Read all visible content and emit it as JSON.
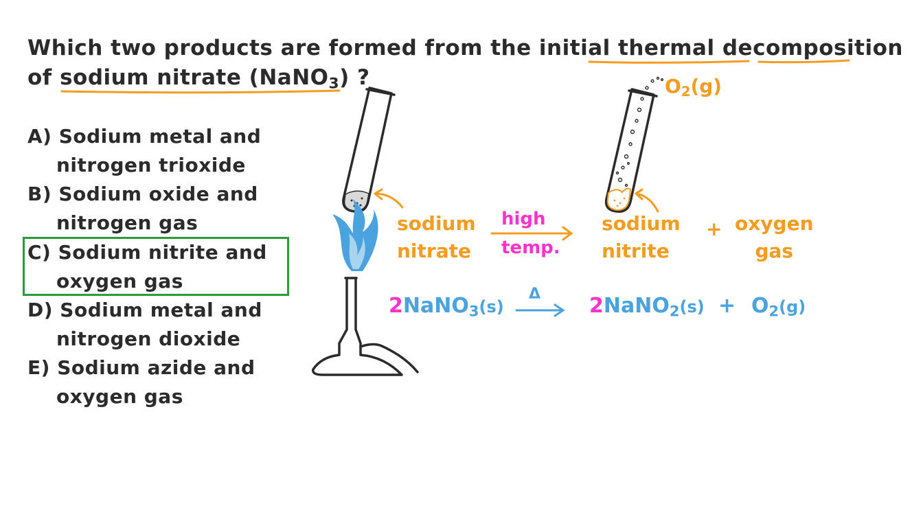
{
  "question": {
    "line1_pre": "Which two products are formed from the initial ",
    "line1_ul": "thermal decomposition",
    "line2_pre": "of ",
    "line2_ul": "sodium nitrate (NaNO",
    "line2_sub": "3",
    "line2_ul_end": ")",
    "line2_end": " ?"
  },
  "options": [
    {
      "letter": "A)",
      "line1": "Sodium metal and",
      "line2": "nitrogen trioxide"
    },
    {
      "letter": "B)",
      "line1": "Sodium oxide and",
      "line2": "nitrogen gas"
    },
    {
      "letter": "C)",
      "line1": "Sodium nitrite and",
      "line2": "oxygen gas"
    },
    {
      "letter": "D)",
      "line1": "Sodium metal and",
      "line2": "nitrogen dioxide"
    },
    {
      "letter": "E)",
      "line1": "Sodium azide and",
      "line2": "oxygen gas"
    }
  ],
  "word_equation": {
    "reactant_l1": "sodium",
    "reactant_l2": "nitrate",
    "condition_l1": "high",
    "condition_l2": "temp.",
    "product1_l1": "sodium",
    "product1_l2": "nitrite",
    "plus": "+",
    "product2_l1": "oxygen",
    "product2_l2": "gas"
  },
  "gas_label": {
    "main": "O",
    "sub": "2",
    "state": "(g)"
  },
  "symbol_equation": {
    "coef1": "2",
    "reactant": "NaNO",
    "reactant_sub": "3",
    "reactant_state": "(s)",
    "delta": "Δ",
    "coef2": "2",
    "product1": "NaNO",
    "product1_sub": "2",
    "product1_state": "(s)",
    "plus": "+",
    "product2": "O",
    "product2_sub": "2",
    "product2_state": "(g)"
  },
  "colors": {
    "orange": "#f39c1f",
    "magenta": "#ff33cc",
    "blue": "#4aa3df",
    "green": "#2a9d38",
    "ink": "#2b2b2b"
  }
}
